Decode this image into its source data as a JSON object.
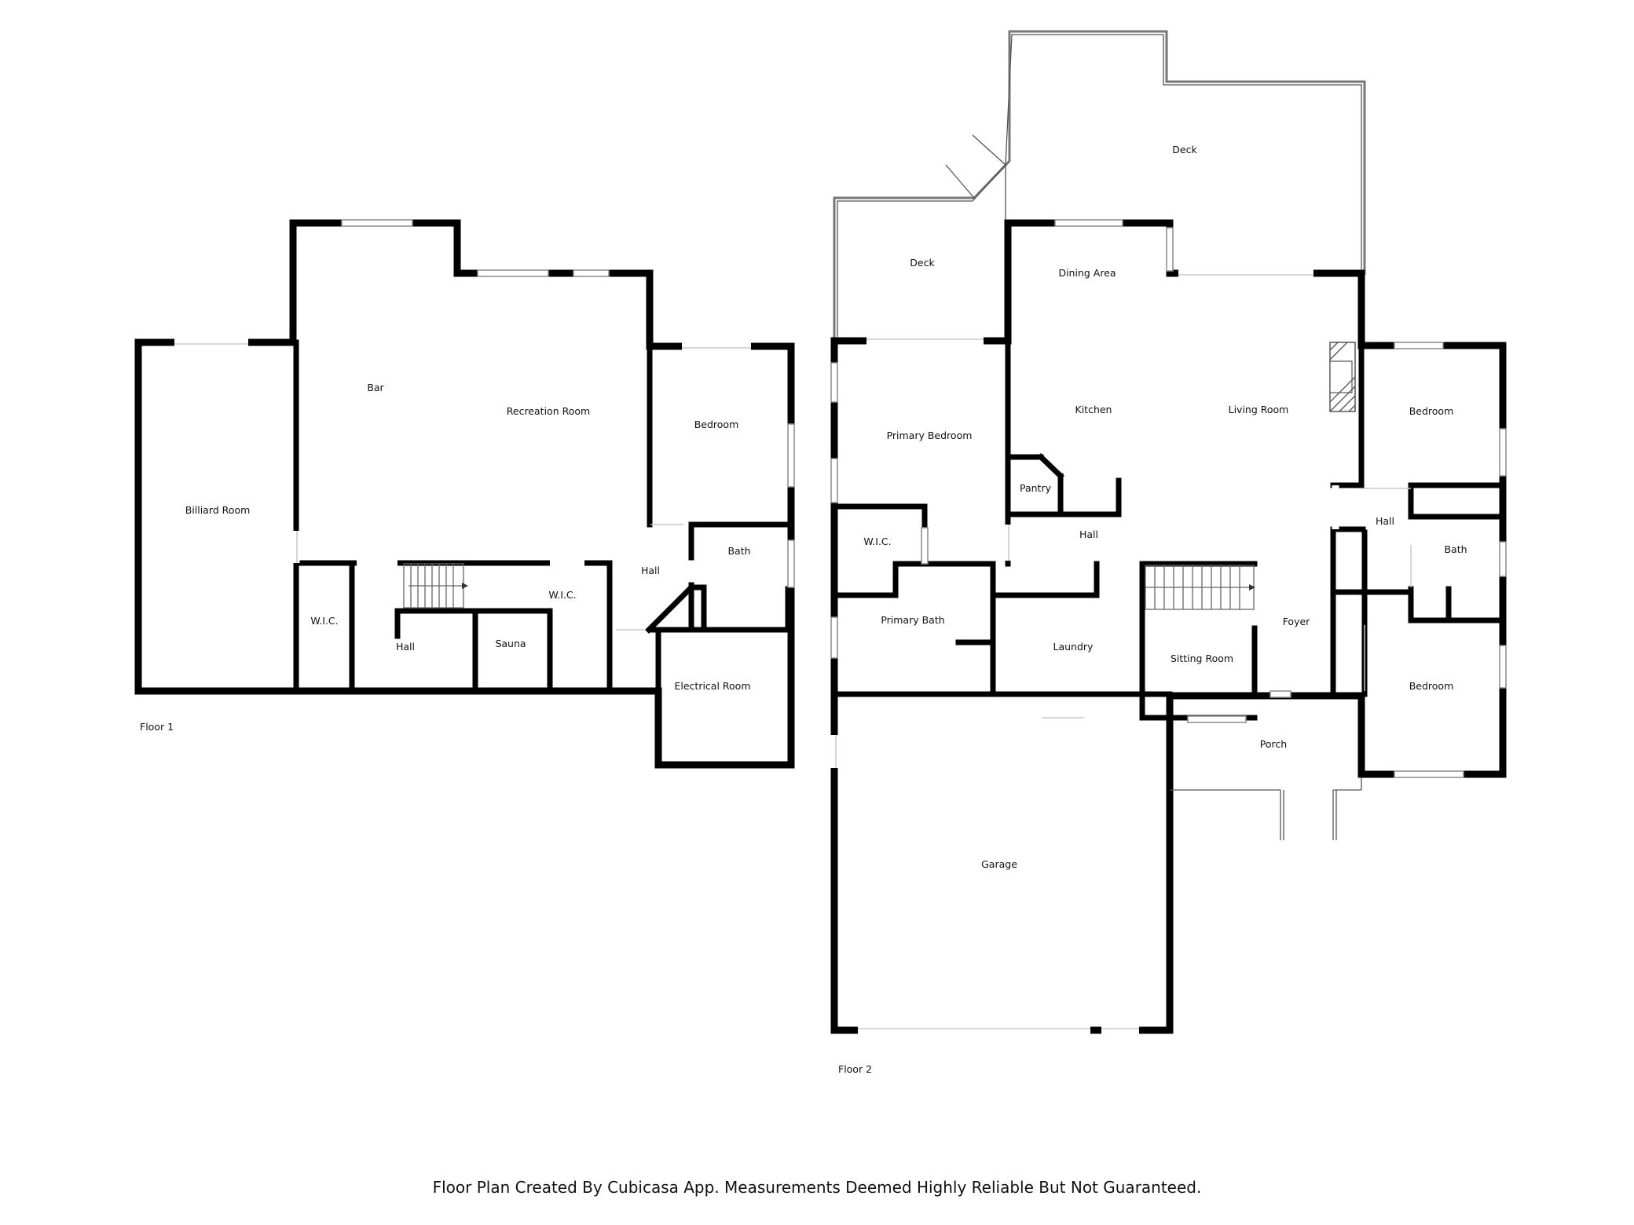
{
  "floors": [
    {
      "label": "Floor 1",
      "rooms": [
        {
          "label": "Bar"
        },
        {
          "label": "Recreation Room"
        },
        {
          "label": "Bedroom"
        },
        {
          "label": "Billiard Room"
        },
        {
          "label": "Bath"
        },
        {
          "label": "Hall"
        },
        {
          "label": "W.I.C."
        },
        {
          "label": "W.I.C."
        },
        {
          "label": "Hall"
        },
        {
          "label": "Sauna"
        },
        {
          "label": "Electrical Room"
        }
      ]
    },
    {
      "label": "Floor 2",
      "rooms": [
        {
          "label": "Deck"
        },
        {
          "label": "Deck"
        },
        {
          "label": "Dining Area"
        },
        {
          "label": "Kitchen"
        },
        {
          "label": "Living Room"
        },
        {
          "label": "Primary Bedroom"
        },
        {
          "label": "Bedroom"
        },
        {
          "label": "Pantry"
        },
        {
          "label": "Hall"
        },
        {
          "label": "W.I.C."
        },
        {
          "label": "Hall"
        },
        {
          "label": "Bath"
        },
        {
          "label": "Foyer"
        },
        {
          "label": "Primary Bath"
        },
        {
          "label": "Laundry"
        },
        {
          "label": "Sitting Room"
        },
        {
          "label": "Bedroom"
        },
        {
          "label": "Porch"
        },
        {
          "label": "Garage"
        }
      ]
    }
  ],
  "footer": "Floor Plan Created By Cubicasa App. Measurements Deemed Highly Reliable But Not Guaranteed."
}
